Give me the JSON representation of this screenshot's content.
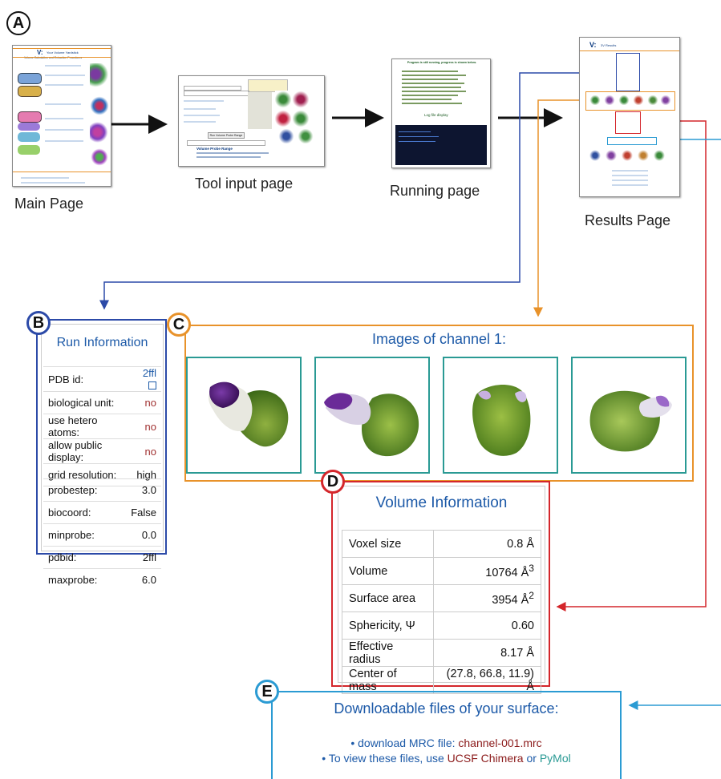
{
  "panel_a": {
    "letter": "A"
  },
  "pages": {
    "main": {
      "caption": "Main Page",
      "title_logo": "V:",
      "title": "Your Volume Yardstick",
      "subtitle": "Volume Calculation and Extraction Procedures"
    },
    "tool": {
      "caption": "Tool input page",
      "title": "Volume Probe Range",
      "button": "Run Volume Probe Range"
    },
    "running": {
      "caption": "Running page",
      "title": "Program is still running, progress is shown below.",
      "log_title": "Log file display"
    },
    "results": {
      "caption": "Results Page",
      "title_logo": "V:",
      "title": "3V Results"
    }
  },
  "run_info": {
    "letter": "B",
    "title": "Run Information",
    "rows1": [
      {
        "k": "PDB id:",
        "v": "2ffl",
        "link": true
      },
      {
        "k": "biological unit:",
        "v": "no"
      },
      {
        "k": "use hetero atoms:",
        "v": "no"
      },
      {
        "k": "allow public display:",
        "v": "no"
      },
      {
        "k": "grid resolution:",
        "v": "high"
      }
    ],
    "rows2": [
      {
        "k": "probestep:",
        "v": "3.0"
      },
      {
        "k": "biocoord:",
        "v": "False"
      },
      {
        "k": "minprobe:",
        "v": "0.0"
      },
      {
        "k": "pdbid:",
        "v": "2ffl"
      },
      {
        "k": "maxprobe:",
        "v": "6.0"
      }
    ]
  },
  "images": {
    "letter": "C",
    "title": "Images of channel 1:"
  },
  "volume_info": {
    "letter": "D",
    "title": "Volume Information",
    "rows": [
      {
        "k": "Voxel size",
        "v": "0.8 Å",
        "sup": ""
      },
      {
        "k": "Volume",
        "v": "10764 Å",
        "sup": "3"
      },
      {
        "k": "Surface area",
        "v": "3954 Å",
        "sup": "2"
      },
      {
        "k": "Sphericity, Ψ",
        "v": "0.60",
        "sup": ""
      },
      {
        "k": "Effective radius",
        "v": "8.17 Å",
        "sup": ""
      },
      {
        "k": "Center of mass",
        "v": "(27.8, 66.8, 11.9) Å",
        "sup": ""
      }
    ]
  },
  "downloads": {
    "letter": "E",
    "title": "Downloadable files of your surface:",
    "line1_prefix": "• download MRC file:",
    "line1_file": "channel-001.mrc",
    "line2_prefix": "• To view these files, use",
    "line2_link1": "UCSF Chimera",
    "line2_or": "or",
    "line2_link2": "PyMol"
  },
  "colors": {
    "blue": "#2c4aa8",
    "orange": "#e8922a",
    "red": "#d4262b",
    "cyan": "#2b9bd3",
    "teal": "#2a9a94",
    "darkred": "#8b1a1a"
  }
}
